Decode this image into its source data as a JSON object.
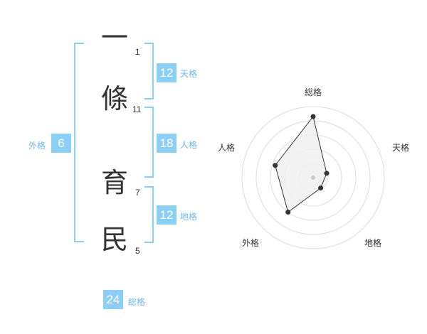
{
  "name": {
    "chars": [
      {
        "char": "一",
        "strokes": "1"
      },
      {
        "char": "條",
        "strokes": "11"
      },
      {
        "char": "育",
        "strokes": "7"
      },
      {
        "char": "民",
        "strokes": "5"
      }
    ]
  },
  "kakusu": {
    "tenkaku": {
      "value": "12",
      "label": "天格"
    },
    "jinkaku": {
      "value": "18",
      "label": "人格"
    },
    "chikaku": {
      "value": "12",
      "label": "地格"
    },
    "gaikaku": {
      "value": "6",
      "label": "外格"
    },
    "soukaku": {
      "value": "24",
      "label": "総格"
    }
  },
  "radar": {
    "axes": [
      "総格",
      "天格",
      "地格",
      "外格",
      "人格"
    ],
    "values": [
      4.3,
      1.0,
      0.9,
      3.0,
      2.8
    ],
    "max": 5,
    "rings": 5,
    "fill_color": "#f0f0f0",
    "line_color": "#333333",
    "ring_color": "#dddddd"
  }
}
